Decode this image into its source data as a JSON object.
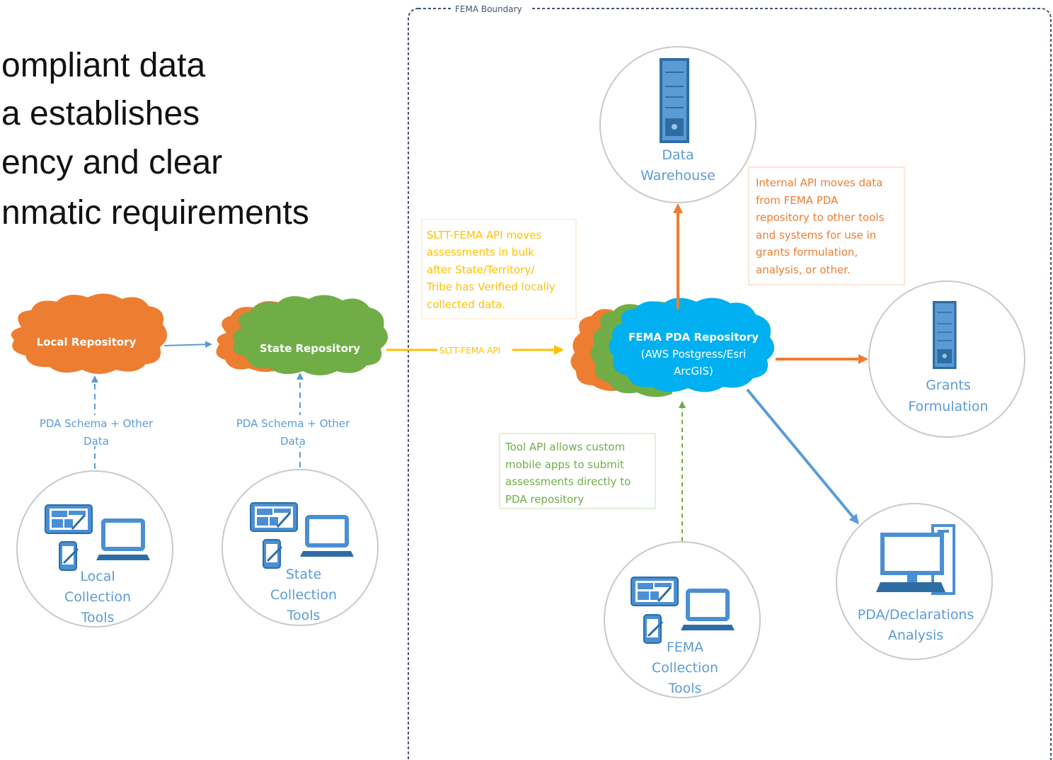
{
  "heading": {
    "lines": [
      "ompliant data",
      "a establishes",
      "ency and clear",
      "nmatic requirements"
    ]
  },
  "boundary": {
    "label": "FEMA Boundary"
  },
  "clouds": {
    "local": {
      "label": "Local Repository"
    },
    "state": {
      "label": "State Repository"
    },
    "fema": {
      "title": "FEMA PDA Repository",
      "subtitle_1": "(AWS Postgress/Esri",
      "subtitle_2": "ArcGIS)"
    }
  },
  "schema_labels": {
    "local": {
      "line1": "PDA Schema + Other",
      "line2": "Data"
    },
    "state": {
      "line1": "PDA Schema + Other",
      "line2": "Data"
    }
  },
  "api": {
    "sltt_label": "SLTT-FEMA API"
  },
  "nodes": {
    "local_tools": {
      "line1": "Local",
      "line2": "Collection",
      "line3": "Tools",
      "icons": [
        "tablet-icon",
        "laptop-icon",
        "phone-icon"
      ]
    },
    "state_tools": {
      "line1": "State",
      "line2": "Collection",
      "line3": "Tools",
      "icons": [
        "tablet-icon",
        "laptop-icon",
        "phone-icon"
      ]
    },
    "fema_tools": {
      "line1": "FEMA",
      "line2": "Collection",
      "line3": "Tools",
      "icons": [
        "tablet-icon",
        "laptop-icon",
        "phone-icon"
      ]
    },
    "data_warehouse": {
      "line1": "Data",
      "line2": "Warehouse",
      "icon": "server-icon"
    },
    "grants": {
      "line1": "Grants",
      "line2": "Formulation",
      "icon": "server-icon"
    },
    "pda_analysis": {
      "line1": "PDA/Declarations",
      "line2": "Analysis",
      "icon": "desktop-computer-icon"
    }
  },
  "notes": {
    "sltt": [
      "SLTT-FEMA API moves",
      "assessments in bulk",
      "after State/Territory/",
      "Tribe has Verified locally",
      "collected data."
    ],
    "internal": [
      "Internal API moves data",
      "from FEMA PDA",
      "repository to other tools",
      "and systems for use in",
      "grants formulation,",
      "analysis, or other."
    ],
    "tool": [
      "Tool API allows custom",
      "mobile apps to submit",
      "assessments directly to",
      "PDA repository"
    ]
  },
  "colors": {
    "orange": "#ED7D31",
    "green": "#70AD47",
    "blue_cloud": "#00B0F0",
    "blue_text": "#5B9BD5",
    "yellow": "#FFC000",
    "boundary": "#44546A"
  }
}
